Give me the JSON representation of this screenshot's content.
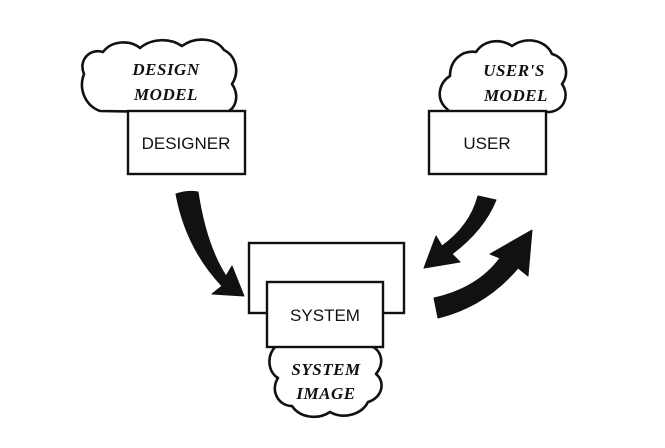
{
  "boxes": {
    "designer": "DESIGNER",
    "user": "USER",
    "system": "SYSTEM"
  },
  "clouds": {
    "design_model": [
      "DESIGN",
      "MODEL"
    ],
    "users_model": [
      "USER'S",
      "MODEL"
    ],
    "system_image": [
      "SYSTEM",
      "IMAGE"
    ]
  },
  "colors": {
    "ink": "#111111",
    "background": "#ffffff"
  }
}
